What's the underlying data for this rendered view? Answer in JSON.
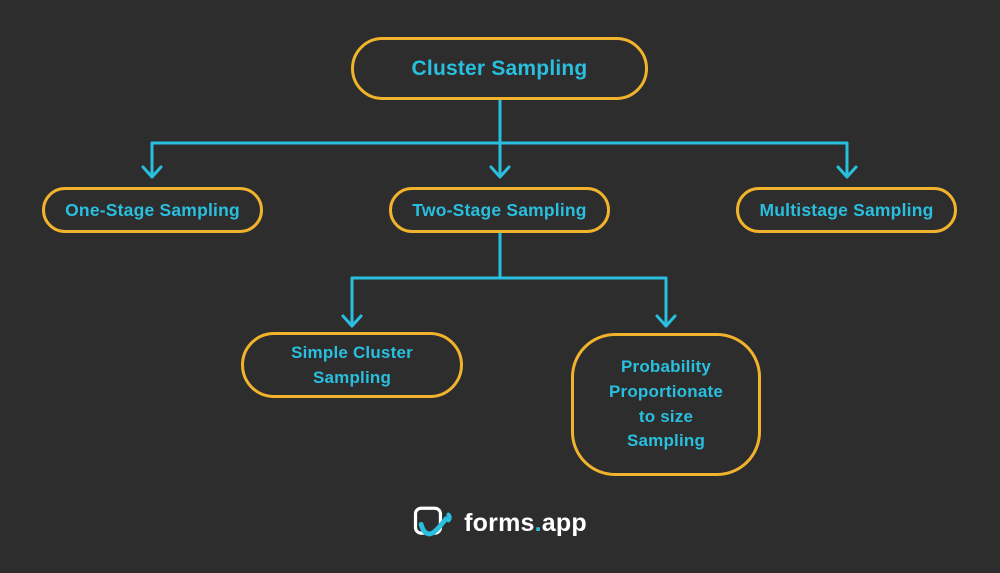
{
  "theme": {
    "background": "#2d2d2d",
    "node_border": "#f2b32c",
    "text_accent": "#29bfdf",
    "connector": "#29bfdf",
    "footer_text": "#ffffff"
  },
  "diagram": {
    "title_node": {
      "label": "Cluster Sampling"
    },
    "level2_nodes": [
      {
        "label": "One-Stage Sampling"
      },
      {
        "label": "Two-Stage Sampling"
      },
      {
        "label": "Multistage Sampling"
      }
    ],
    "level3_nodes": [
      {
        "label": "Simple Cluster Sampling"
      },
      {
        "label": "Probability Proportionate to size Sampling"
      }
    ],
    "edges": [
      {
        "from": "Cluster Sampling",
        "to": "One-Stage Sampling"
      },
      {
        "from": "Cluster Sampling",
        "to": "Two-Stage Sampling"
      },
      {
        "from": "Cluster Sampling",
        "to": "Multistage Sampling"
      },
      {
        "from": "Two-Stage Sampling",
        "to": "Simple Cluster Sampling"
      },
      {
        "from": "Two-Stage Sampling",
        "to": "Probability Proportionate to size Sampling"
      }
    ]
  },
  "footer": {
    "brand_forms": "forms",
    "brand_dot": ".",
    "brand_app": "app",
    "logo_icon": "forms-app-logo-icon"
  }
}
